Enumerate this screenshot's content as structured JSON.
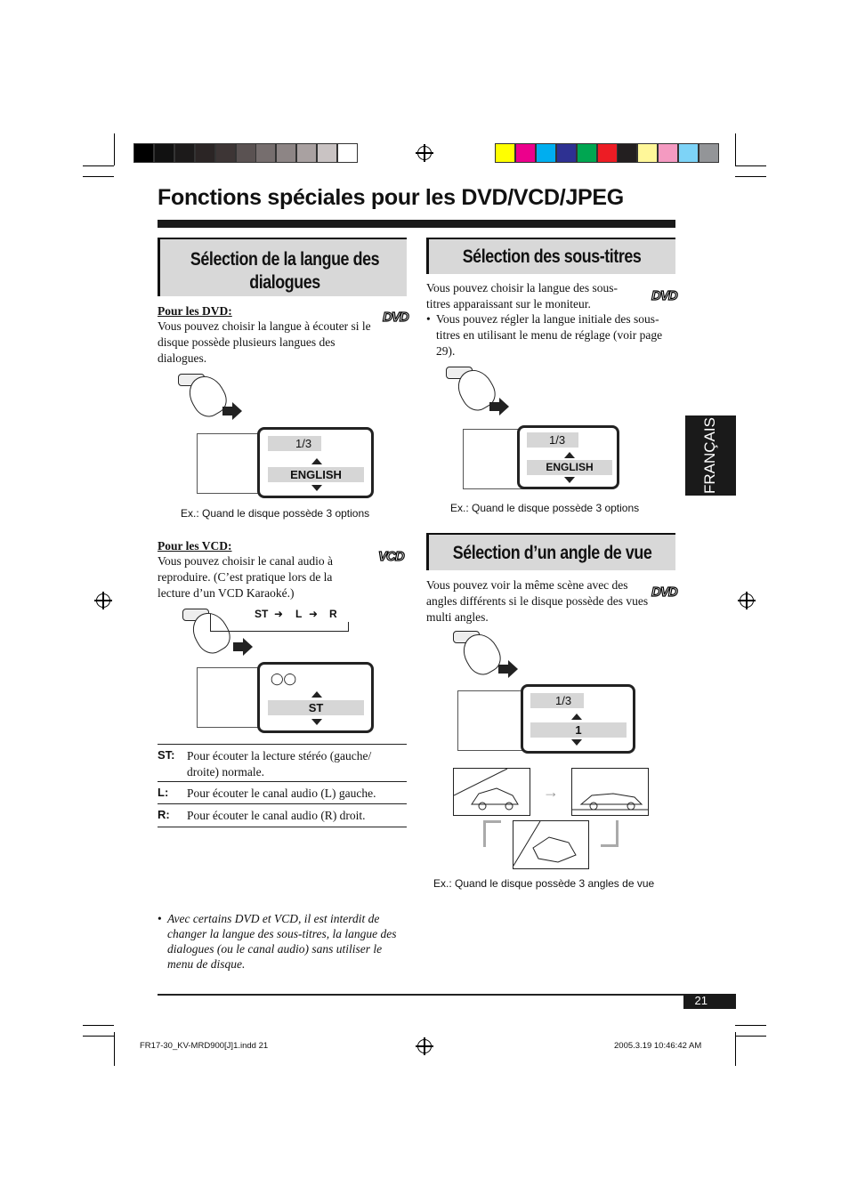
{
  "page": {
    "title": "Fonctions spéciales pour les DVD/VCD/JPEG",
    "page_number": "21",
    "language_tab": "FRANÇAIS",
    "footer_file": "FR17-30_KV-MRD900[J]1.indd   21",
    "footer_date": "2005.3.19   10:46:42 AM"
  },
  "colors": {
    "gray_bar": [
      "#000000",
      "#111111",
      "#1c1a1a",
      "#2b2525",
      "#3d3535",
      "#5a5252",
      "#766e6e",
      "#8d8585",
      "#a9a1a1",
      "#c9c3c3",
      "#ffffff"
    ],
    "color_bar": [
      "#ffff00",
      "#ec008c",
      "#00aeef",
      "#2e3192",
      "#00a651",
      "#ed1c24",
      "#231f20",
      "#fff799",
      "#f49ac1",
      "#7dd3f7",
      "#939598"
    ],
    "section_bg": "#d8d8d8"
  },
  "dialogue": {
    "heading": "Sélection de la langue des dialogues",
    "dvd_label": "Pour les DVD:",
    "dvd_text": "Vous pouvez choisir la langue à écouter si le disque possède plusieurs langues des dialogues.",
    "dvd_badge": "DVD",
    "osd_fraction": "1/3",
    "osd_value": "ENGLISH",
    "caption": "Ex.: Quand le disque possède 3 options",
    "vcd_label": "Pour les VCD:",
    "vcd_text": "Vous pouvez choisir le canal audio à reproduire. (C’est pratique lors de la lecture d’un VCD Karaoké.)",
    "vcd_badge": "VCD",
    "cycle": [
      "ST",
      "L",
      "R"
    ],
    "vcd_osd_value": "ST",
    "definitions": [
      {
        "key": "ST:",
        "text": "Pour écouter la lecture stéréo (gauche/ droite) normale."
      },
      {
        "key": "L:",
        "text": "Pour écouter le canal audio (L) gauche."
      },
      {
        "key": "R:",
        "text": "Pour écouter le canal audio (R) droit."
      }
    ],
    "note_bullet": "•",
    "note": "Avec certains DVD et VCD, il est interdit de changer la langue des sous-titres, la langue des dialogues (ou le canal audio) sans utiliser le menu de disque."
  },
  "subtitles": {
    "heading": "Sélection des sous-titres",
    "text": "Vous pouvez choisir la langue des sous-titres apparaissant sur le moniteur.",
    "bullet_mark": "•",
    "bullet": "Vous pouvez régler la langue initiale des sous-titres en utilisant le menu de réglage (voir page 29).",
    "badge": "DVD",
    "osd_fraction": "1/3",
    "osd_value": "ENGLISH",
    "caption": "Ex.: Quand le disque possède 3 options"
  },
  "angle": {
    "heading": "Sélection d’un angle de vue",
    "text": "Vous pouvez voir la même scène avec des angles différents si le disque possède des vues multi angles.",
    "badge": "DVD",
    "osd_fraction": "1/3",
    "osd_value": "1",
    "caption": "Ex.: Quand le disque possède 3 angles de vue"
  }
}
